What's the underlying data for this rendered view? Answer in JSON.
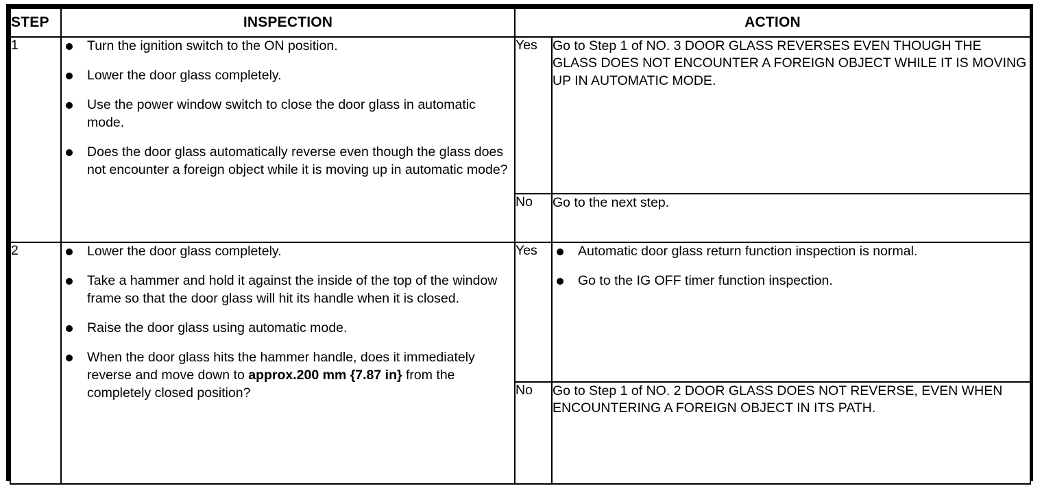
{
  "table": {
    "headers": {
      "step": "STEP",
      "inspection": "INSPECTION",
      "action": "ACTION"
    },
    "rows": [
      {
        "step": "1",
        "inspection_bullets": [
          "Turn the ignition switch to the ON position.",
          "Lower the door glass completely.",
          "Use the power window switch to close the door glass in automatic mode.",
          "Does the door glass automatically reverse even though the glass does not encounter a foreign object while it is moving up in automatic mode?"
        ],
        "results": [
          {
            "label": "Yes",
            "action_text": "Go to Step 1 of NO. 3 DOOR GLASS REVERSES EVEN THOUGH THE GLASS DOES NOT ENCOUNTER A FOREIGN OBJECT WHILE IT IS MOVING UP IN AUTOMATIC MODE."
          },
          {
            "label": "No",
            "action_text": "Go to the next step."
          }
        ]
      },
      {
        "step": "2",
        "inspection_bullets": [
          "Lower the door glass completely.",
          "Take a hammer and hold it against the inside of the top of the window frame so that the door glass will hit its handle when it is closed.",
          "Raise the door glass using automatic mode."
        ],
        "inspection_last_bullet": {
          "pre": "When the door glass hits the hammer handle, does it immediately reverse and move down to ",
          "bold": "approx.200 mm {7.87 in}",
          "post": " from the completely closed position?"
        },
        "results": [
          {
            "label": "Yes",
            "action_bullets": [
              "Automatic door glass return function inspection is normal.",
              "Go to the IG OFF timer function inspection."
            ]
          },
          {
            "label": "No",
            "action_text": "Go to Step 1 of NO. 2 DOOR GLASS DOES NOT REVERSE, EVEN WHEN ENCOUNTERING A FOREIGN OBJECT IN ITS PATH."
          }
        ]
      }
    ]
  },
  "colors": {
    "border": "#000000",
    "text": "#000000",
    "background": "#ffffff"
  }
}
